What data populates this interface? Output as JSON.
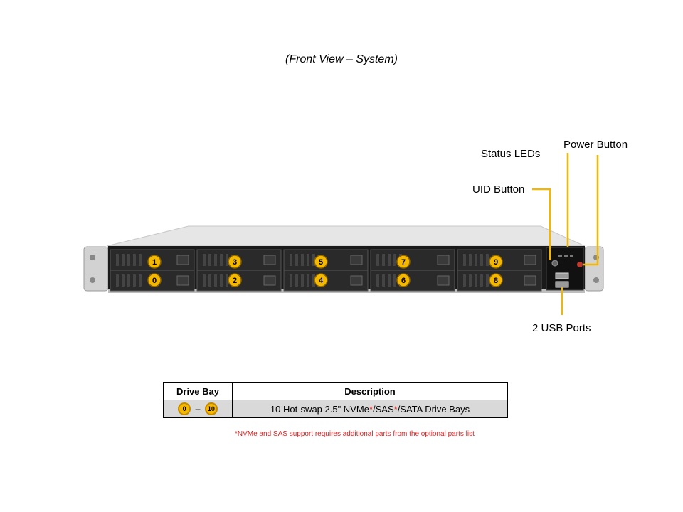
{
  "caption": "(Front View – System)",
  "callouts": {
    "status_leds": "Status LEDs",
    "power_button": "Power Button",
    "uid_button": "UID Button",
    "usb_ports": "2 USB Ports"
  },
  "drive_bays": [
    "0",
    "1",
    "2",
    "3",
    "4",
    "5",
    "6",
    "7",
    "8",
    "9"
  ],
  "table": {
    "header_bay": "Drive Bay",
    "header_desc": "Description",
    "range_start": "0",
    "range_end": "10",
    "desc_part1": "10 Hot-swap 2.5\" NVMe",
    "asterisk": "*",
    "desc_part2": "/SAS",
    "desc_part3": "/SATA Drive Bays"
  },
  "footnote": "*NVMe and SAS support requires additional parts from the optional parts list",
  "colors": {
    "badge": "#f5b800",
    "callout_line": "#f2b705",
    "footnote": "#e02020"
  }
}
